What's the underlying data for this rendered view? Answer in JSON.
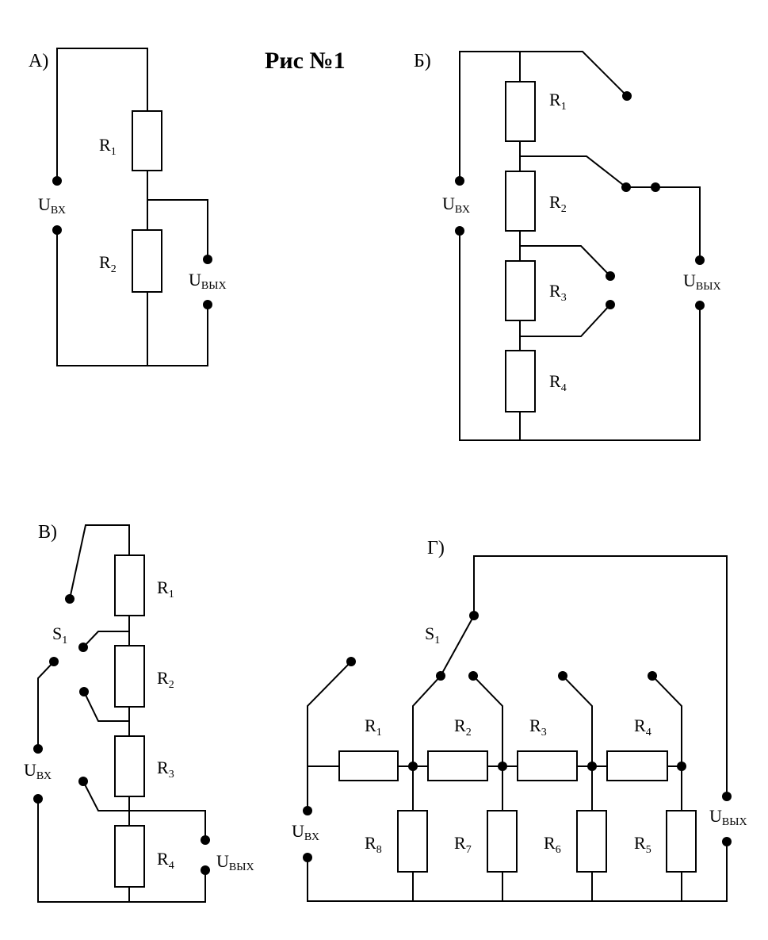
{
  "title": "Рис №1",
  "panels": {
    "a": "А)",
    "b": "Б)",
    "v": "В)",
    "g": "Г)"
  },
  "labels": {
    "R": "R",
    "U": "U",
    "S": "S",
    "in_sub": "ВХ",
    "out_sub": "ВЫХ",
    "n1": "1",
    "n2": "2",
    "n3": "3",
    "n4": "4",
    "n5": "5",
    "n6": "6",
    "n7": "7",
    "n8": "8"
  }
}
